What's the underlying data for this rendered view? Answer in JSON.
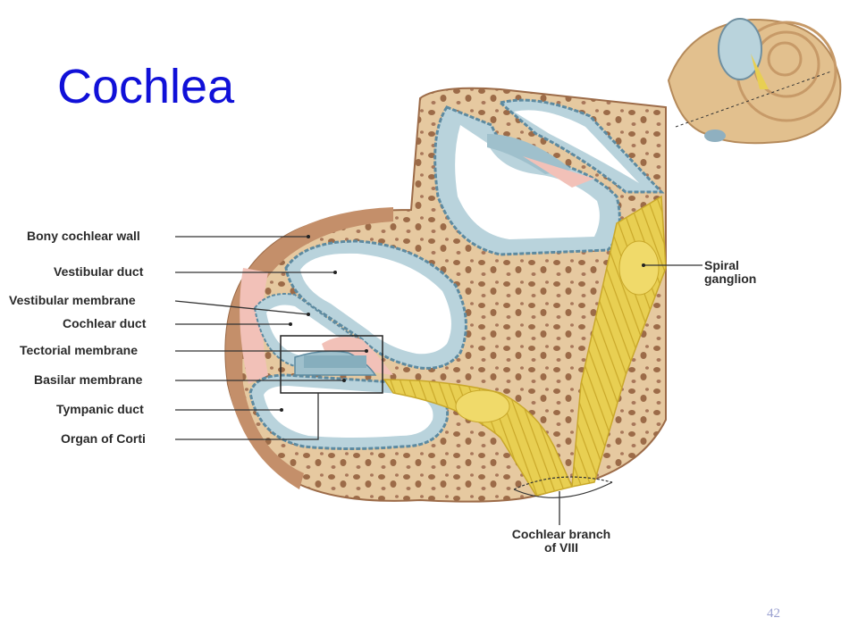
{
  "slide": {
    "title": "Cochlea",
    "slide_number": "42"
  },
  "labels": {
    "bony_cochlear_wall": "Bony cochlear wall",
    "vestibular_duct": "Vestibular duct",
    "vestibular_membrane": "Vestibular membrane",
    "cochlear_duct": "Cochlear duct",
    "tectorial_membrane": "Tectorial membrane",
    "basilar_membrane": "Basilar membrane",
    "tympanic_duct": "Tympanic duct",
    "organ_of_corti": "Organ of Corti",
    "spiral_ganglion_line1": "Spiral",
    "spiral_ganglion_line2": "ganglion",
    "cochlear_branch_line1": "Cochlear branch",
    "cochlear_branch_line2": "of VIII"
  },
  "colors": {
    "title": "#1010d8",
    "bone": "#e6c9a0",
    "duct": "#b9d3dc",
    "membrane_pink": "#f2c1b8",
    "nerve": "#e8cf52"
  }
}
